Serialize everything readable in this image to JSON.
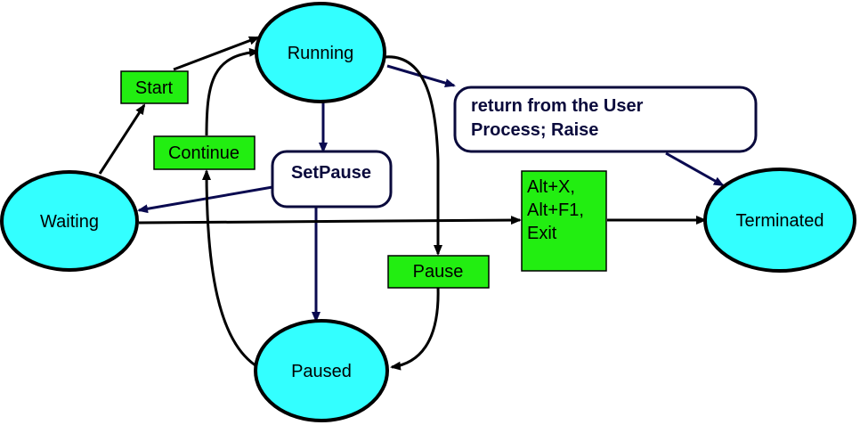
{
  "colors": {
    "state_fill": "#33ffff",
    "event_fill": "#22ee11",
    "callout_stroke": "#0a0a3c",
    "arrow_black": "#000000",
    "arrow_navy": "#0a0a50"
  },
  "states": {
    "running": "Running",
    "waiting": "Waiting",
    "paused": "Paused",
    "terminated": "Terminated"
  },
  "events": {
    "start": "Start",
    "continue": "Continue",
    "pause": "Pause",
    "exit_line1": "Alt+X,",
    "exit_line2": "Alt+F1,",
    "exit_line3": "Exit"
  },
  "callouts": {
    "setpause": "SetPause",
    "return_line1": "return from  the User",
    "return_line2": "Process; Raise"
  }
}
